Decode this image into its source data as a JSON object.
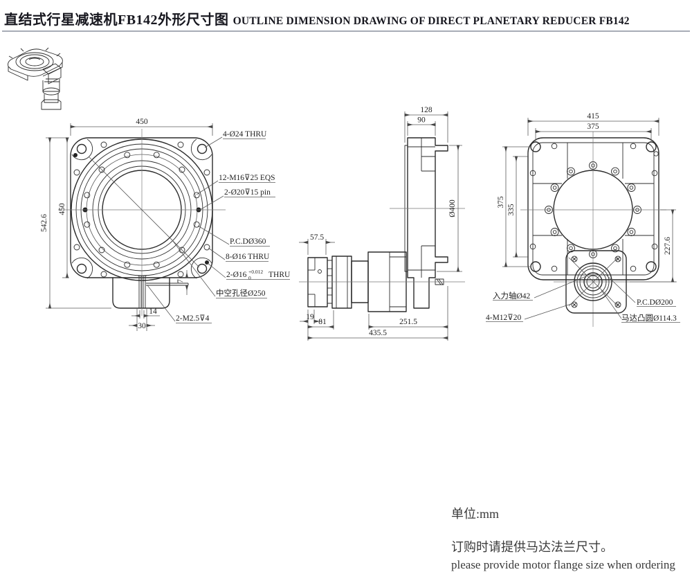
{
  "title": {
    "zh": "直结式行星减速机FB142外形尺寸图",
    "en": "OUTLINE DIMENSION DRAWING OF DIRECT PLANETARY REDUCER FB142"
  },
  "front_view": {
    "dims": {
      "width_top": "450",
      "height_outer": "542.6",
      "height_inner": "450",
      "slot_width": "14",
      "slot_outer": "30",
      "step_depth": "7"
    },
    "labels": {
      "corner_holes": "4-Ø24 THRU",
      "bolt_holes": "12-M16⊽25 EQS",
      "pin_holes": "2-Ø20⊽15 pin",
      "pitch_circle": "P.C.DØ360",
      "edge_holes": "8-Ø16 THRU",
      "dowel_base": "2-Ø16",
      "dowel_tol_upper": "+0.012",
      "dowel_tol_lower": "0",
      "dowel_suffix": "THRU",
      "hollow_bore": "中空孔径Ø250",
      "tap_holes": "2-M2.5⊽4"
    }
  },
  "side_view": {
    "dims": {
      "depth_total": "128",
      "depth_body": "90",
      "flange_dia": "Ø400",
      "adapter_len": "57.5",
      "lip": "19",
      "adapter_total": "81",
      "body_len": "251.5",
      "overall_len": "435.5"
    }
  },
  "back_view": {
    "dims": {
      "width_outer": "415",
      "hole_span_h": "375",
      "hole_span_v": "375",
      "inner_span_v": "335",
      "center_offset": "227.6"
    },
    "labels": {
      "input_shaft": "入力轴Ø42",
      "motor_taps": "4-M12⊽20",
      "pitch_circle": "P.C.DØ200",
      "motor_boss": "马达凸圆Ø114.3"
    }
  },
  "notes": {
    "unit": "单位:mm",
    "order_zh": "订购时请提供马达法兰尺寸。",
    "order_en": "please provide motor flange size when ordering"
  }
}
